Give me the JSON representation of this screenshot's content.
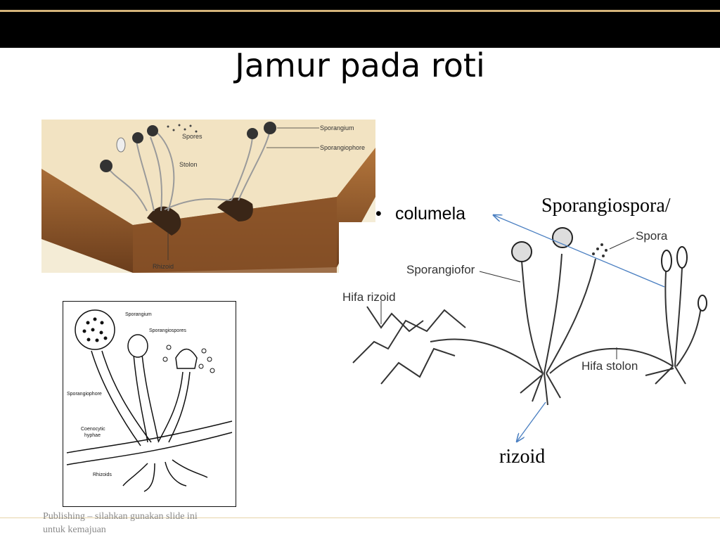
{
  "slide": {
    "title": "Jamur pada roti",
    "bullet": "columela",
    "label_sporangiospora": "Sporangiospora/",
    "label_rizoid": "rizoid",
    "footer": "Publishing – silahkan gunakan slide ini untuk kemajuan"
  },
  "bread_figure": {
    "sporangium": "Sporangium",
    "sporangiophore": "Sporangiophore",
    "spores": "Spores",
    "stolon": "Stolon",
    "rhizoid": "Rhizoid"
  },
  "cycle_figure": {
    "sporangium": "Sporangium",
    "sporangiospores": "Sporangiospores",
    "sporangiophore": "Sporangiophore",
    "coenocytic_1": "Coenocytic",
    "coenocytic_2": "hyphae",
    "rhizoids": "Rhizoids"
  },
  "rhizopus_figure": {
    "spora": "Spora",
    "sporangiofor": "Sporangiofor",
    "hifa_rizoid": "Hifa rizoid",
    "hifa_stolon": "Hifa stolon"
  },
  "colors": {
    "header": "#000000",
    "gold": "#d4b47a",
    "arrow": "#4a7fc1"
  }
}
